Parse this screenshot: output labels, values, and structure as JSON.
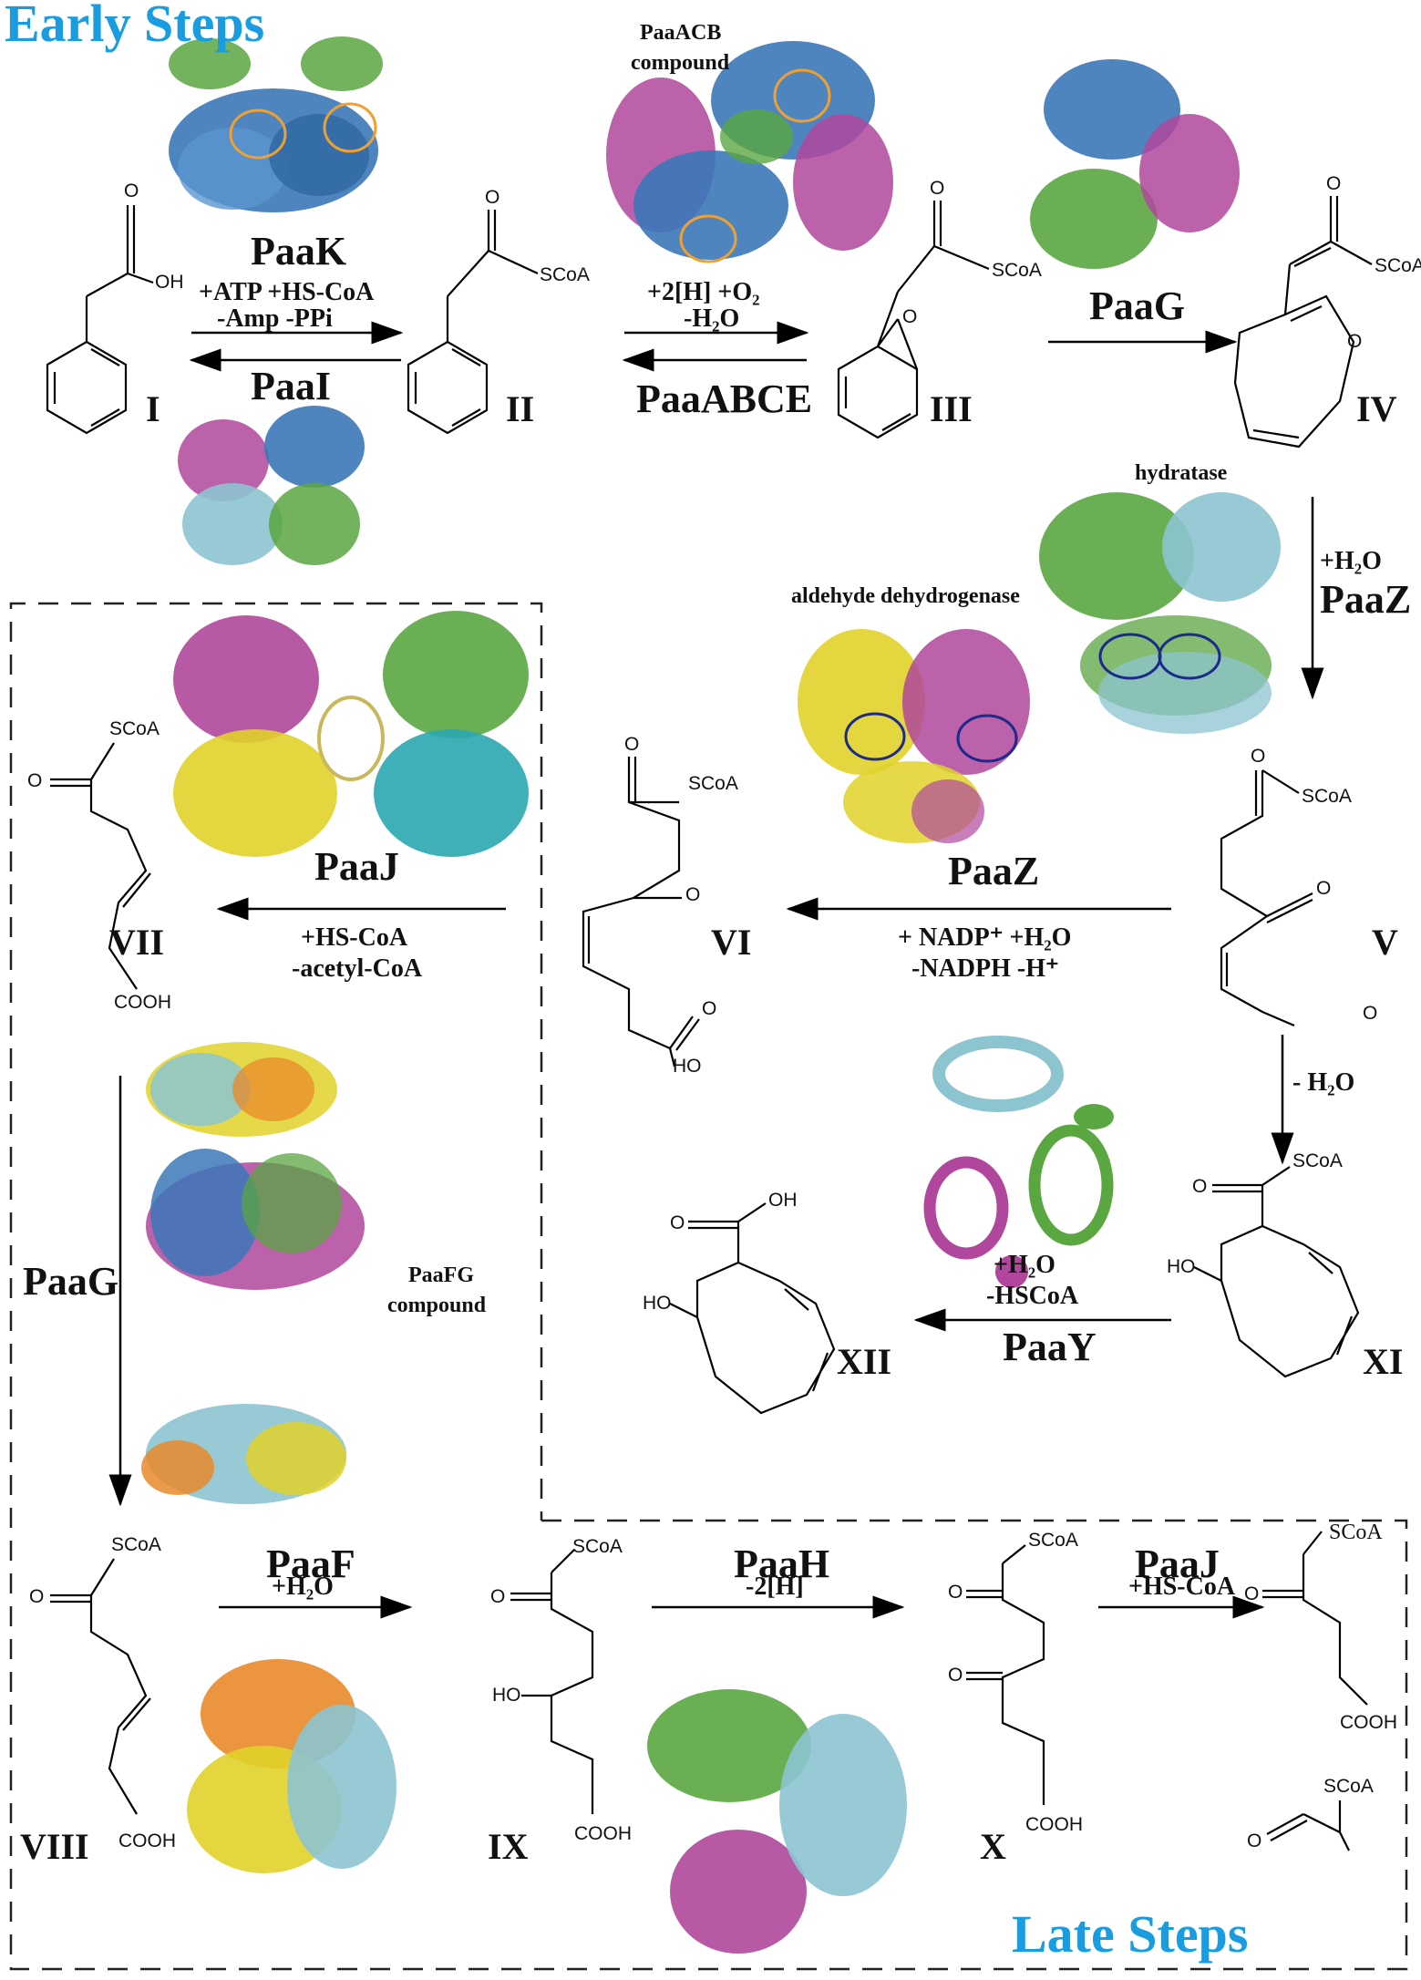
{
  "titles": {
    "early": "Early Steps",
    "late": "Late Steps"
  },
  "compounds": {
    "I": "I",
    "II": "II",
    "III": "III",
    "IV": "IV",
    "V": "V",
    "VI": "VI",
    "VII": "VII",
    "VIII": "VIII",
    "IX": "IX",
    "X": "X",
    "XI": "XI",
    "XII": "XII"
  },
  "enzymes": {
    "paak": "PaaK",
    "paai": "PaaI",
    "paaabce": "PaaABCE",
    "paag_top": "PaaG",
    "paaz_right": "PaaZ",
    "paaz_mid": "PaaZ",
    "paaj_mid": "PaaJ",
    "paag_left": "PaaG",
    "paay": "PaaY",
    "paaf": "PaaF",
    "paah": "PaaH",
    "paaj_bottom": "PaaJ"
  },
  "conditions": {
    "paak_1": "+ATP  +HS-CoA",
    "paak_2": "-Amp  -PPi",
    "paaabce_1": "+2[H]  +O₂",
    "paaabce_2": "-H₂O",
    "paaz_right_1": "+H₂O",
    "paaz_mid_1": "+ NADP⁺ +H₂O",
    "paaz_mid_2": "-NADPH  -H⁺",
    "paaj_mid_1": "+HS-CoA",
    "paaj_mid_2": "-acetyl-CoA",
    "dehyd": "- H₂O",
    "paay_1": "+H₂O",
    "paay_2": "-HSCoA",
    "paaf_1": "+H₂O",
    "paah_1": "-2[H]",
    "paaj_bottom_1": "+HS-CoA"
  },
  "structure_labels": {
    "paaacb_1": "PaaACB",
    "paaacb_2": "compound",
    "hydratase": "hydratase",
    "aldehyde": "aldehyde dehydrogenase",
    "paafg_1": "PaaFG",
    "paafg_2": "compound"
  },
  "atoms": {
    "O": "O",
    "OH": "OH",
    "SCoA": "SCoA",
    "COOH": "COOH",
    "HO": "HO"
  },
  "colors": {
    "title": "#1a9de0",
    "blue": "#3b78b8",
    "green": "#5aa641",
    "magenta": "#b0479c",
    "lightblue": "#8cc4d0",
    "yellow": "#e0d22a",
    "cyan": "#2aa7b0",
    "orange": "#e98a2a",
    "highlight_orange": "#f0a030",
    "highlight_navy": "#1c2a8a"
  }
}
